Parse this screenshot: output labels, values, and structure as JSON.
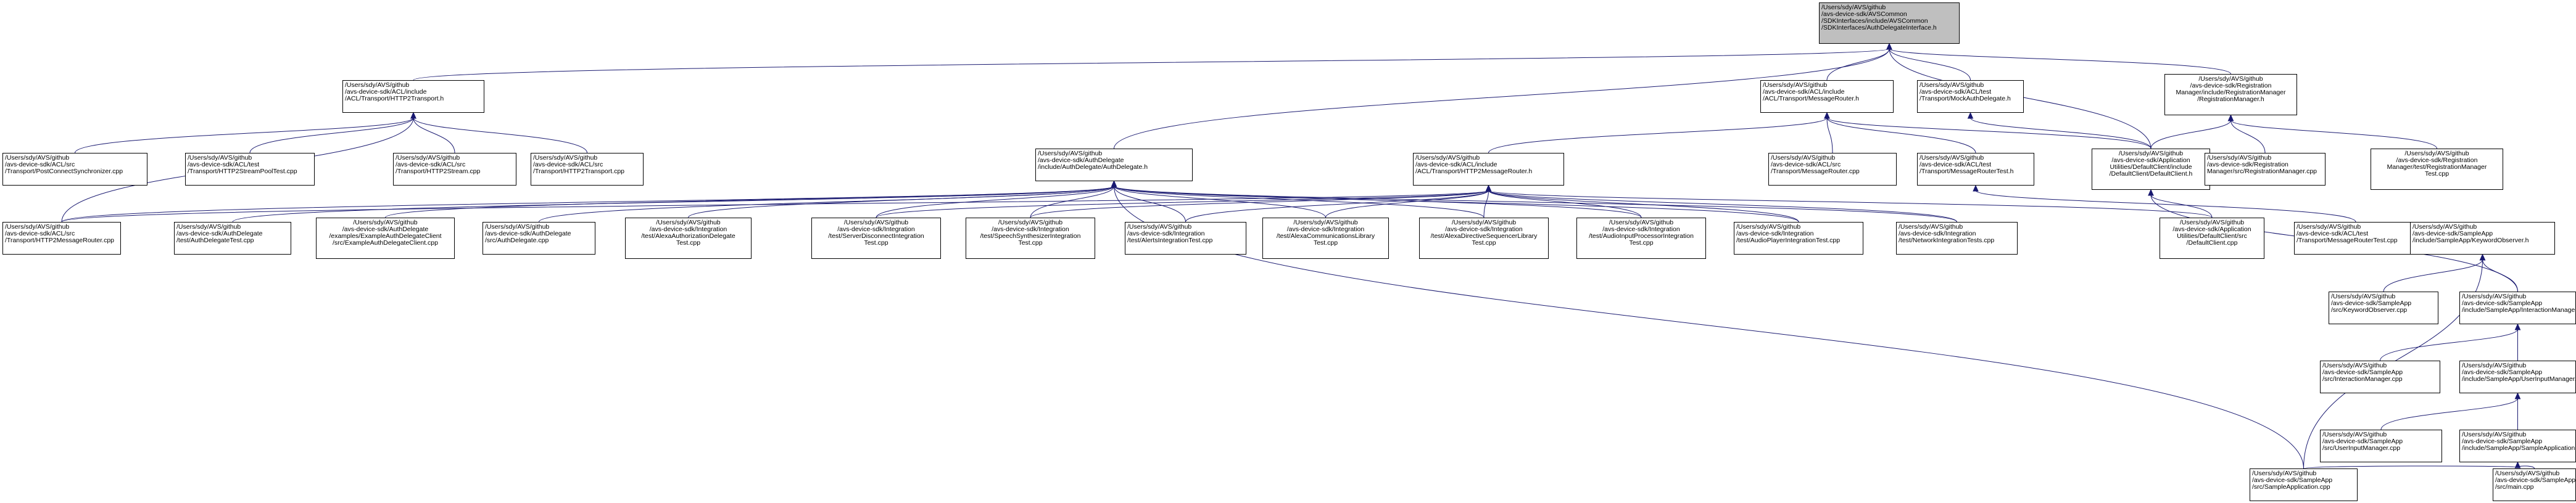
{
  "graph": {
    "root": "n0",
    "edge_color": "#191970",
    "root_fill": "#bfbfbf",
    "nodes": [
      {
        "id": "n0",
        "lines": [
          "/Users/sdy/AVS/github",
          "/avs-device-sdk/AVSCommon",
          "/SDKInterfaces/include/AVSCommon",
          "/SDKInterfaces/AuthDelegateInterface.h"
        ],
        "align": "left"
      },
      {
        "id": "n1",
        "lines": [
          "/Users/sdy/AVS/github",
          "/avs-device-sdk/ACL/include",
          "/ACL/Transport/HTTP2Transport.h"
        ],
        "align": "left"
      },
      {
        "id": "n2",
        "lines": [
          "/Users/sdy/AVS/github",
          "/avs-device-sdk/ACL/include",
          "/ACL/Transport/MessageRouter.h"
        ],
        "align": "left"
      },
      {
        "id": "n3",
        "lines": [
          "/Users/sdy/AVS/github",
          "/avs-device-sdk/ACL/test",
          "/Transport/MockAuthDelegate.h"
        ],
        "align": "left"
      },
      {
        "id": "n4",
        "lines": [
          "/Users/sdy/AVS/github",
          "/avs-device-sdk/Registration",
          "Manager/include/RegistrationManager",
          "/RegistrationManager.h"
        ],
        "align": "center"
      },
      {
        "id": "n5",
        "lines": [
          "/Users/sdy/AVS/github",
          "/avs-device-sdk/ACL/src",
          "/Transport/PostConnectSynchronizer.cpp"
        ],
        "align": "left"
      },
      {
        "id": "n6",
        "lines": [
          "/Users/sdy/AVS/github",
          "/avs-device-sdk/ACL/test",
          "/Transport/HTTP2StreamPoolTest.cpp"
        ],
        "align": "left"
      },
      {
        "id": "n7",
        "lines": [
          "/Users/sdy/AVS/github",
          "/avs-device-sdk/ACL/src",
          "/Transport/HTTP2Stream.cpp"
        ],
        "align": "left"
      },
      {
        "id": "n8",
        "lines": [
          "/Users/sdy/AVS/github",
          "/avs-device-sdk/ACL/src",
          "/Transport/HTTP2Transport.cpp"
        ],
        "align": "left"
      },
      {
        "id": "n9",
        "lines": [
          "/Users/sdy/AVS/github",
          "/avs-device-sdk/AuthDelegate",
          "/include/AuthDelegate/AuthDelegate.h"
        ],
        "align": "left"
      },
      {
        "id": "n10",
        "lines": [
          "/Users/sdy/AVS/github",
          "/avs-device-sdk/ACL/include",
          "/ACL/Transport/HTTP2MessageRouter.h"
        ],
        "align": "left"
      },
      {
        "id": "n11",
        "lines": [
          "/Users/sdy/AVS/github",
          "/avs-device-sdk/ACL/src",
          "/Transport/MessageRouter.cpp"
        ],
        "align": "left"
      },
      {
        "id": "n12",
        "lines": [
          "/Users/sdy/AVS/github",
          "/avs-device-sdk/ACL/test",
          "/Transport/MessageRouterTest.h"
        ],
        "align": "left"
      },
      {
        "id": "n13",
        "lines": [
          "/Users/sdy/AVS/github",
          "/avs-device-sdk/Application",
          "Utilities/DefaultClient/include",
          "/DefaultClient/DefaultClient.h"
        ],
        "align": "center"
      },
      {
        "id": "n14",
        "lines": [
          "/Users/sdy/AVS/github",
          "/avs-device-sdk/Registration",
          "Manager/src/RegistrationManager.cpp"
        ],
        "align": "left"
      },
      {
        "id": "n15",
        "lines": [
          "/Users/sdy/AVS/github",
          "/avs-device-sdk/Registration",
          "Manager/test/RegistrationManager",
          "Test.cpp"
        ],
        "align": "center"
      },
      {
        "id": "n16",
        "lines": [
          "/Users/sdy/AVS/github",
          "/avs-device-sdk/ACL/src",
          "/Transport/HTTP2MessageRouter.cpp"
        ],
        "align": "left"
      },
      {
        "id": "n17",
        "lines": [
          "/Users/sdy/AVS/github",
          "/avs-device-sdk/AuthDelegate",
          "/test/AuthDelegateTest.cpp"
        ],
        "align": "left"
      },
      {
        "id": "n18",
        "lines": [
          "/Users/sdy/AVS/github",
          "/avs-device-sdk/AuthDelegate",
          "/examples/ExampleAuthDelegateClient",
          "/src/ExampleAuthDelegateClient.cpp"
        ],
        "align": "center"
      },
      {
        "id": "n19",
        "lines": [
          "/Users/sdy/AVS/github",
          "/avs-device-sdk/AuthDelegate",
          "/src/AuthDelegate.cpp"
        ],
        "align": "left"
      },
      {
        "id": "n20",
        "lines": [
          "/Users/sdy/AVS/github",
          "/avs-device-sdk/Integration",
          "/test/AlexaAuthorizationDelegate",
          "Test.cpp"
        ],
        "align": "center"
      },
      {
        "id": "n21",
        "lines": [
          "/Users/sdy/AVS/github",
          "/avs-device-sdk/Integration",
          "/test/ServerDisconnectIntegration",
          "Test.cpp"
        ],
        "align": "center"
      },
      {
        "id": "n22",
        "lines": [
          "/Users/sdy/AVS/github",
          "/avs-device-sdk/Integration",
          "/test/SpeechSynthesizerIntegration",
          "Test.cpp"
        ],
        "align": "center"
      },
      {
        "id": "n23",
        "lines": [
          "/Users/sdy/AVS/github",
          "/avs-device-sdk/Integration",
          "/test/AlertsIntegrationTest.cpp"
        ],
        "align": "left"
      },
      {
        "id": "n24",
        "lines": [
          "/Users/sdy/AVS/github",
          "/avs-device-sdk/Integration",
          "/test/AlexaCommunicationsLibrary",
          "Test.cpp"
        ],
        "align": "center"
      },
      {
        "id": "n25",
        "lines": [
          "/Users/sdy/AVS/github",
          "/avs-device-sdk/Integration",
          "/test/AlexaDirectiveSequencerLibrary",
          "Test.cpp"
        ],
        "align": "center"
      },
      {
        "id": "n26",
        "lines": [
          "/Users/sdy/AVS/github",
          "/avs-device-sdk/Integration",
          "/test/AudioInputProcessorIntegration",
          "Test.cpp"
        ],
        "align": "center"
      },
      {
        "id": "n27",
        "lines": [
          "/Users/sdy/AVS/github",
          "/avs-device-sdk/Integration",
          "/test/AudioPlayerIntegrationTest.cpp"
        ],
        "align": "left"
      },
      {
        "id": "n28",
        "lines": [
          "/Users/sdy/AVS/github",
          "/avs-device-sdk/Integration",
          "/test/NetworkIntegrationTests.cpp"
        ],
        "align": "left"
      },
      {
        "id": "n29",
        "lines": [
          "/Users/sdy/AVS/github",
          "/avs-device-sdk/Application",
          "Utilities/DefaultClient/src",
          "/DefaultClient.cpp"
        ],
        "align": "center"
      },
      {
        "id": "n30",
        "lines": [
          "/Users/sdy/AVS/github",
          "/avs-device-sdk/ACL/test",
          "/Transport/MessageRouterTest.cpp"
        ],
        "align": "left"
      },
      {
        "id": "n31",
        "lines": [
          "/Users/sdy/AVS/github",
          "/avs-device-sdk/SampleApp",
          "/include/SampleApp/KeywordObserver.h"
        ],
        "align": "left"
      },
      {
        "id": "n32",
        "lines": [
          "/Users/sdy/AVS/github",
          "/avs-device-sdk/SampleApp",
          "/src/KeywordObserver.cpp"
        ],
        "align": "left"
      },
      {
        "id": "n33",
        "lines": [
          "/Users/sdy/AVS/github",
          "/avs-device-sdk/SampleApp",
          "/include/SampleApp/InteractionManager.h"
        ],
        "align": "left"
      },
      {
        "id": "n34",
        "lines": [
          "/Users/sdy/AVS/github",
          "/avs-device-sdk/SampleApp",
          "/src/InteractionManager.cpp"
        ],
        "align": "left"
      },
      {
        "id": "n35",
        "lines": [
          "/Users/sdy/AVS/github",
          "/avs-device-sdk/SampleApp",
          "/include/SampleApp/UserInputManager.h"
        ],
        "align": "left"
      },
      {
        "id": "n36",
        "lines": [
          "/Users/sdy/AVS/github",
          "/avs-device-sdk/SampleApp",
          "/src/UserInputManager.cpp"
        ],
        "align": "left"
      },
      {
        "id": "n37",
        "lines": [
          "/Users/sdy/AVS/github",
          "/avs-device-sdk/SampleApp",
          "/include/SampleApp/SampleApplication.h"
        ],
        "align": "left"
      },
      {
        "id": "n38",
        "lines": [
          "/Users/sdy/AVS/github",
          "/avs-device-sdk/SampleApp",
          "/src/SampleApplication.cpp"
        ],
        "align": "left"
      },
      {
        "id": "n39",
        "lines": [
          "/Users/sdy/AVS/github",
          "/avs-device-sdk/SampleApp",
          "/src/main.cpp"
        ],
        "align": "left"
      }
    ],
    "edges": [
      [
        "n1",
        "n0"
      ],
      [
        "n2",
        "n0"
      ],
      [
        "n3",
        "n0"
      ],
      [
        "n4",
        "n0"
      ],
      [
        "n9",
        "n0"
      ],
      [
        "n13",
        "n0"
      ],
      [
        "n5",
        "n1"
      ],
      [
        "n6",
        "n1"
      ],
      [
        "n7",
        "n1"
      ],
      [
        "n8",
        "n1"
      ],
      [
        "n16",
        "n1"
      ],
      [
        "n10",
        "n2"
      ],
      [
        "n11",
        "n2"
      ],
      [
        "n12",
        "n2"
      ],
      [
        "n13",
        "n2"
      ],
      [
        "n13",
        "n3"
      ],
      [
        "n30",
        "n12"
      ],
      [
        "n13",
        "n4"
      ],
      [
        "n14",
        "n4"
      ],
      [
        "n15",
        "n4"
      ],
      [
        "n16",
        "n9"
      ],
      [
        "n17",
        "n9"
      ],
      [
        "n18",
        "n9"
      ],
      [
        "n19",
        "n9"
      ],
      [
        "n20",
        "n9"
      ],
      [
        "n21",
        "n9"
      ],
      [
        "n22",
        "n9"
      ],
      [
        "n23",
        "n9"
      ],
      [
        "n24",
        "n9"
      ],
      [
        "n25",
        "n9"
      ],
      [
        "n26",
        "n9"
      ],
      [
        "n27",
        "n9"
      ],
      [
        "n28",
        "n9"
      ],
      [
        "n38",
        "n9"
      ],
      [
        "n16",
        "n10"
      ],
      [
        "n21",
        "n10"
      ],
      [
        "n22",
        "n10"
      ],
      [
        "n23",
        "n10"
      ],
      [
        "n24",
        "n10"
      ],
      [
        "n25",
        "n10"
      ],
      [
        "n26",
        "n10"
      ],
      [
        "n27",
        "n10"
      ],
      [
        "n28",
        "n10"
      ],
      [
        "n29",
        "n10"
      ],
      [
        "n29",
        "n13"
      ],
      [
        "n33",
        "n13"
      ],
      [
        "n32",
        "n31"
      ],
      [
        "n33",
        "n31"
      ],
      [
        "n38",
        "n31"
      ],
      [
        "n34",
        "n33"
      ],
      [
        "n35",
        "n33"
      ],
      [
        "n36",
        "n35"
      ],
      [
        "n37",
        "n35"
      ],
      [
        "n38",
        "n37"
      ],
      [
        "n39",
        "n37"
      ]
    ]
  }
}
